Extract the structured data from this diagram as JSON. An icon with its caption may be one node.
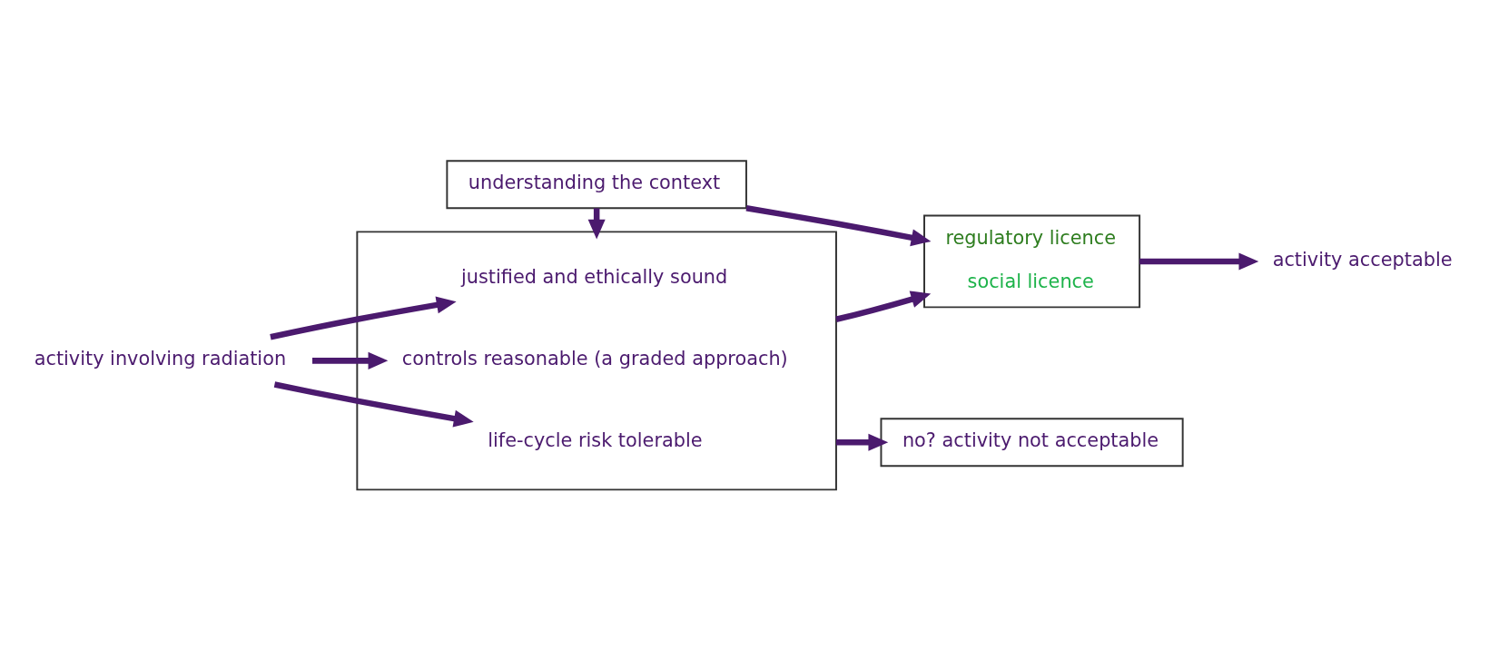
{
  "diagram": {
    "nodes": [
      {
        "text": [
          "understanding the context"
        ]
      },
      {
        "text": [],
        "shape": "box"
      },
      {
        "text": [
          "justified and ethically sound"
        ],
        "in": 1
      },
      {
        "text": [
          "controls reasonable (a graded approach)"
        ],
        "in": 1
      },
      {
        "text": [
          "life-cycle risk tolerable"
        ],
        "in": 1
      },
      {
        "text": [
          "no? activity not acceptable"
        ]
      },
      {
        "text": [
          "activity involving radiation"
        ]
      },
      {
        "text": [
          "regulatory licence",
          "social licence"
        ]
      },
      {
        "text": [
          "activity acceptable"
        ]
      }
    ],
    "edges": [
      {
        "from": 0,
        "to": 1,
        "arrow": "to"
      },
      {
        "from": 0,
        "to": 7,
        "arrow": "to"
      },
      {
        "from": 6,
        "to": 2,
        "arrow": "to"
      },
      {
        "from": 6,
        "to": 3,
        "arrow": "to"
      },
      {
        "from": 6,
        "to": 4,
        "arrow": "to"
      },
      {
        "from": 1,
        "to": 7,
        "arrow": "to"
      },
      {
        "from": 1,
        "to": 5,
        "arrow": "to"
      },
      {
        "from": 7,
        "to": 8,
        "arrow": "to"
      }
    ]
  }
}
